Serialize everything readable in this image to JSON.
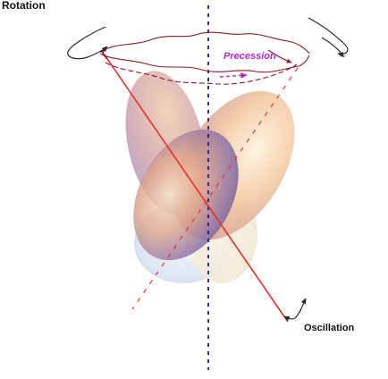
{
  "labels": {
    "rotation": "Rotation",
    "precession": "Precession",
    "oscillation": "Oscillation"
  },
  "colors": {
    "axis_solid": "#e8302a",
    "axis_dashed": "#e8302a",
    "vertical_axis": "#1a1a8c",
    "precession_path": "#8a1b2a",
    "precession_label": "#b428c8",
    "rotation_arrow": "#2a2a2a",
    "oscillation_arrow": "#2a2a2a",
    "ellipsoid_light": "#fbe8c8",
    "ellipsoid_mid": "#e8a888",
    "ellipsoid_shadow": "#6a5ea0",
    "ellipsoid_blue": "#c8d8f0"
  }
}
